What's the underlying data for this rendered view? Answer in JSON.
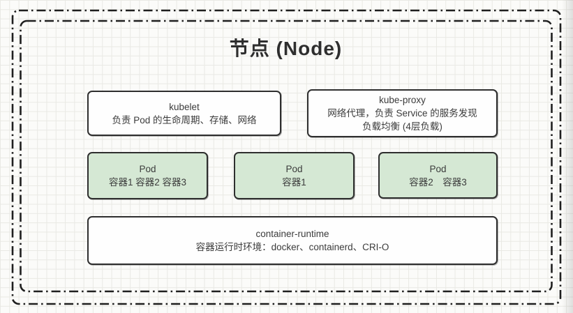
{
  "diagram": {
    "title": "节点 (Node)",
    "kubelet": {
      "title": "kubelet",
      "desc": "负责 Pod 的生命周期、存储、网络"
    },
    "kube_proxy": {
      "title": "kube-proxy",
      "desc_line1": "网络代理，负责 Service 的服务发现",
      "desc_line2": "负载均衡 (4层负载)"
    },
    "pods": [
      {
        "title": "Pod",
        "containers": "容器1 容器2 容器3"
      },
      {
        "title": "Pod",
        "containers": "容器1"
      },
      {
        "title": "Pod",
        "containers": "容器2　容器3"
      }
    ],
    "container_runtime": {
      "title": "container-runtime",
      "desc": "容器运行时环境：docker、containerd、CRI-O"
    },
    "colors": {
      "pod_fill": "#d5e8d4",
      "box_fill": "#fefefe",
      "box_border": "#2e2e2e",
      "dashed_border": "#1f1f1f",
      "background": "#fbfbf9",
      "grid_line": "#e9e9e4",
      "text": "#3b3b3b"
    }
  }
}
